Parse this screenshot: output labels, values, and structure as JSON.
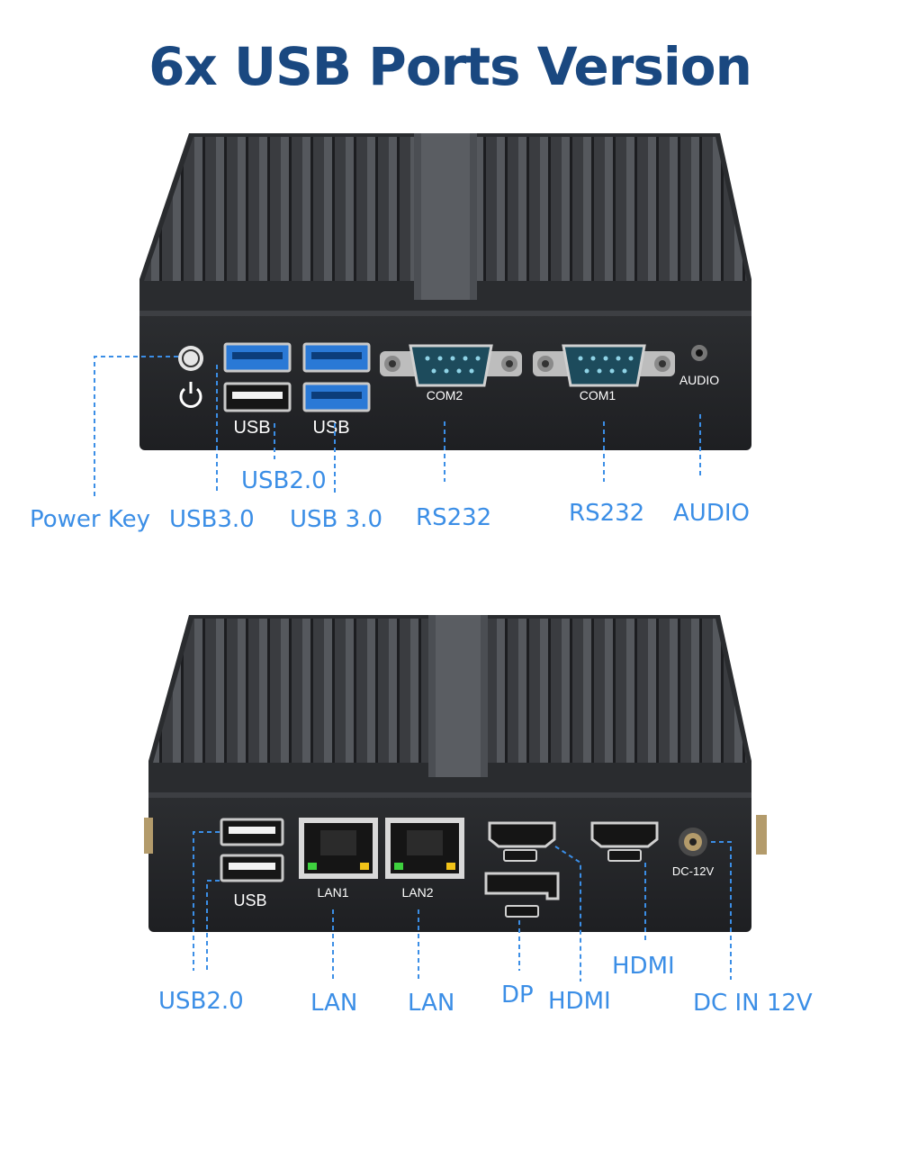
{
  "title": "6x USB Ports Version",
  "colors": {
    "title": "#1a4880",
    "label": "#3b8ee6",
    "device": "#2b2d30"
  },
  "front": {
    "panel_text": {
      "usb_a": "USB",
      "usb_b": "USB",
      "com2": "COM2",
      "com1": "COM1",
      "audio": "AUDIO"
    },
    "labels": {
      "power_key": "Power Key",
      "usb30_a": "USB3.0",
      "usb20": "USB2.0",
      "usb30_b": "USB 3.0",
      "rs232_a": "RS232",
      "rs232_b": "RS232",
      "audio": "AUDIO"
    }
  },
  "back": {
    "panel_text": {
      "usb": "USB",
      "lan1": "LAN1",
      "lan2": "LAN2",
      "dc": "DC-12V"
    },
    "labels": {
      "usb20": "USB2.0",
      "lan_a": "LAN",
      "lan_b": "LAN",
      "dp": "DP",
      "hdmi_a": "HDMI",
      "hdmi_b": "HDMI",
      "dc_in": "DC IN 12V"
    }
  }
}
